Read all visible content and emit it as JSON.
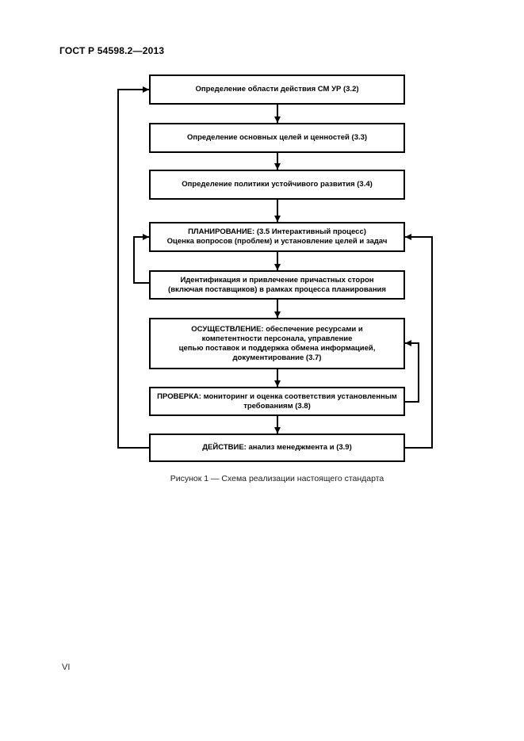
{
  "page": {
    "header": "ГОСТ Р 54598.2—2013",
    "page_number": "VI"
  },
  "figure": {
    "caption": "Рисунок 1 — Схема реализации настоящего стандарта",
    "boxes": [
      {
        "id": "scope",
        "text": "Определение области действия СМ УР (3.2)"
      },
      {
        "id": "goals",
        "text": "Определение основных целей и ценностей (3.3)"
      },
      {
        "id": "policy",
        "text": "Определение политики устойчивого развития (3.4)"
      },
      {
        "id": "planning",
        "text": "ПЛАНИРОВАНИЕ: (3.5 Интерактивный процесс)\nОценка вопросов (проблем) и установление целей и задач"
      },
      {
        "id": "stakeholders",
        "text": "Идентификация и привлечение причастных сторон\n(включая поставщиков) в рамках процесса планирования"
      },
      {
        "id": "implementation",
        "text": "ОСУЩЕСТВЛЕНИЕ: обеспечение ресурсами и\nкомпетентности персонала, управление\nцепью поставок и поддержка обмена информацией,\nдокументирование (3.7)"
      },
      {
        "id": "check",
        "text": "ПРОВЕРКА: мониторинг и оценка соответствия установленным\nтребованиям (3.8)"
      },
      {
        "id": "action",
        "text": "ДЕЙСТВИЕ: анализ менеджмента и (3.9)"
      }
    ]
  },
  "colors": {
    "ink": "#000000",
    "background": "#ffffff"
  }
}
